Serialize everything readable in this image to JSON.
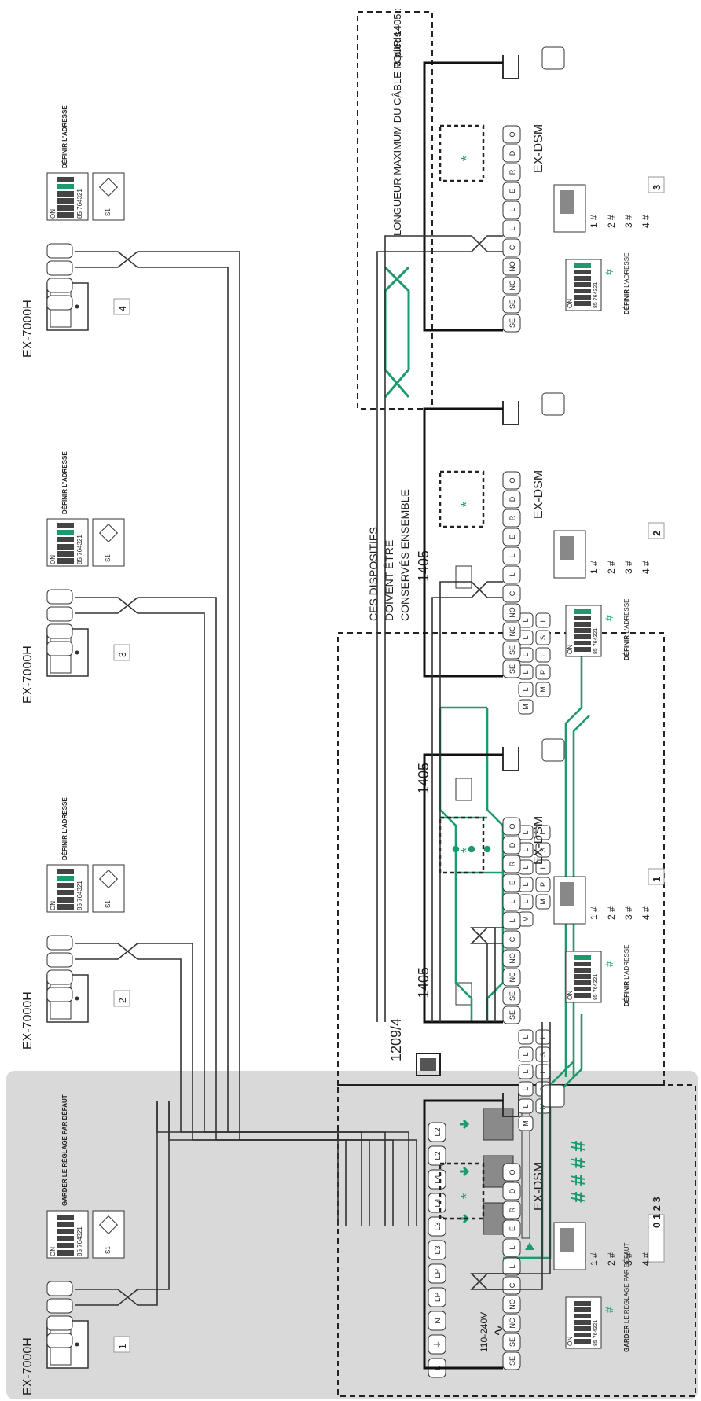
{
  "monitors": [
    {
      "model": "EX-7000H",
      "num": "1",
      "dip": "GARDER LE RÉGLAGE PAR DÉFAUT",
      "dipCode": "85 764321",
      "s1": "S1",
      "on": "ON"
    },
    {
      "model": "EX-7000H",
      "num": "2",
      "dip": "DÉFINIR L'ADRESSE",
      "dipCode": "85 764321",
      "s1": "S1",
      "on": "ON"
    },
    {
      "model": "EX-7000H",
      "num": "3",
      "dip": "DÉFINIR L'ADRESSE",
      "dipCode": "85 764321",
      "s1": "S1",
      "on": "ON"
    },
    {
      "model": "EX-7000H",
      "num": "4",
      "dip": "DÉFINIR L'ADRESSE",
      "dipCode": "85 764321",
      "s1": "S1",
      "on": "ON"
    }
  ],
  "stations": [
    {
      "model": "EX-DSM",
      "dipBold": "GARDER",
      "dipText": "LE RÉGLAGE PAR DÉFAUT",
      "dipCode": "85 764321",
      "addr": "0 1 2 3",
      "hash": "#",
      "on": "ON"
    },
    {
      "model": "EX-DSM",
      "dipBold": "DÉFINIR",
      "dipText": "L'ADRESSE",
      "dipCode": "85 764321",
      "addr": "1",
      "hash": "#",
      "on": "ON"
    },
    {
      "model": "EX-DSM",
      "dipBold": "DÉFINIR",
      "dipText": "L'ADRESSE",
      "dipCode": "85 764321",
      "addr": "2",
      "hash": "#",
      "on": "ON"
    },
    {
      "model": "EX-DSM",
      "dipBold": "DÉFINIR",
      "dipText": "L'ADRESSE",
      "dipCode": "85 764321",
      "addr": "3",
      "hash": "#",
      "on": "ON"
    }
  ],
  "keypad": {
    "rows": [
      "1 #",
      "2 #",
      "3 #",
      "4 #"
    ]
  },
  "bigHashes": "# # # #",
  "powerUnit": {
    "model": "1209/4",
    "voltage": "110-240V",
    "terminals": [
      "L",
      "⏚",
      "N",
      "LP",
      "LP",
      "L3",
      "L3",
      "L4",
      "L4",
      "L2",
      "L2"
    ]
  },
  "extenders": [
    {
      "model": "1405"
    },
    {
      "model": "1405"
    },
    {
      "model": "1405"
    }
  ],
  "extenderTerminals": [
    "L",
    "L",
    "L",
    "S",
    "L",
    "L",
    "L",
    "P",
    "L",
    "M",
    "M"
  ],
  "stationTerminals": [
    "SE",
    "SE",
    "NC",
    "NO",
    "C",
    "L",
    "L",
    "E",
    "R",
    "D",
    "O"
  ],
  "notes": {
    "keepTogether": [
      "CES DISPOSITIFS",
      "DOIVENT ÊTRE",
      "CONSERVÉS ENSEMBLE"
    ],
    "cableMax": "LONGUEUR MAXIMUM DU CÂBLE POUR 1405 :",
    "cableMaxValue": "3 pieds"
  },
  "colors": {
    "green": "#1d9a6c",
    "shade": "#d9d9d9",
    "wire": "#333333"
  }
}
